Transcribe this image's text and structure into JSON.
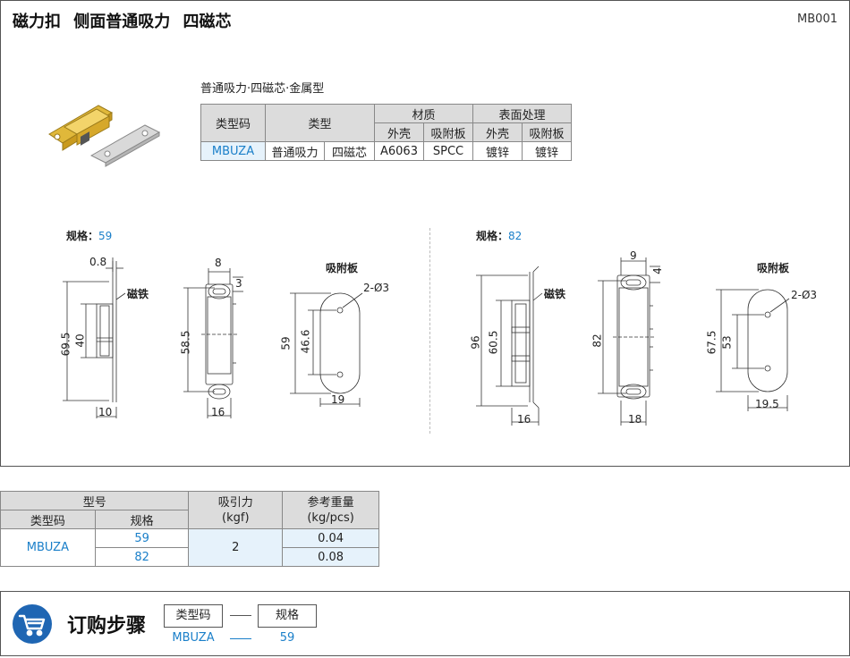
{
  "header": {
    "title": "磁力扣  侧面普通吸力  四磁芯",
    "code": "MB001"
  },
  "spec_table": {
    "caption": "普通吸力·四磁芯·金属型",
    "headers": {
      "type_code": "类型码",
      "type": "类型",
      "material": "材质",
      "surface": "表面处理",
      "shell": "外壳",
      "plate": "吸附板",
      "shell2": "外壳",
      "plate2": "吸附板"
    },
    "row": {
      "type_code": "MBUZA",
      "type1": "普通吸力",
      "type2": "四磁芯",
      "shell_material": "A6063",
      "plate_material": "SPCC",
      "shell_surface": "镀锌",
      "plate_surface": "镀锌"
    }
  },
  "drawing_59": {
    "size_label": "规格：",
    "size_value": "59",
    "magnet_label": "磁铁",
    "plate_label": "吸附板",
    "dims": {
      "t": "0.8",
      "h_total": "69.5",
      "h_core": "40",
      "w_base": "10",
      "w_top": "8",
      "offset": "3",
      "h_body": "58.5",
      "w_body": "16",
      "hole": "2-Ø3",
      "plate_h": "59",
      "plate_pitch": "46.6",
      "plate_w": "19"
    }
  },
  "drawing_82": {
    "size_label": "规格：",
    "size_value": "82",
    "magnet_label": "磁铁",
    "plate_label": "吸附板",
    "dims": {
      "h_total": "96",
      "h_core": "60.5",
      "w_base": "16",
      "w_top": "9",
      "offset": "4",
      "h_body": "82",
      "w_body": "18",
      "hole": "2-Ø3",
      "plate_h": "67.5",
      "plate_pitch": "53",
      "plate_w": "19.5"
    }
  },
  "order_table": {
    "model_header": "型号",
    "type_code_header": "类型码",
    "size_header": "规格",
    "force_header_1": "吸引力",
    "force_header_2": "(kgf)",
    "weight_header_1": "参考重量",
    "weight_header_2": "(kg/pcs)",
    "type_code": "MBUZA",
    "sizes": [
      "59",
      "82"
    ],
    "force": "2",
    "weights": [
      "0.04",
      "0.08"
    ]
  },
  "order_steps": {
    "title": "订购步骤",
    "step1_label": "类型码",
    "step2_label": "规格",
    "step1_value": "MBUZA",
    "step2_value": "59",
    "separator": "—"
  },
  "colors": {
    "accent": "#1a7fc9",
    "header_bg": "#dcdcdc",
    "value_bg": "#e6f2fb",
    "cart_bg": "#1f66b3"
  }
}
